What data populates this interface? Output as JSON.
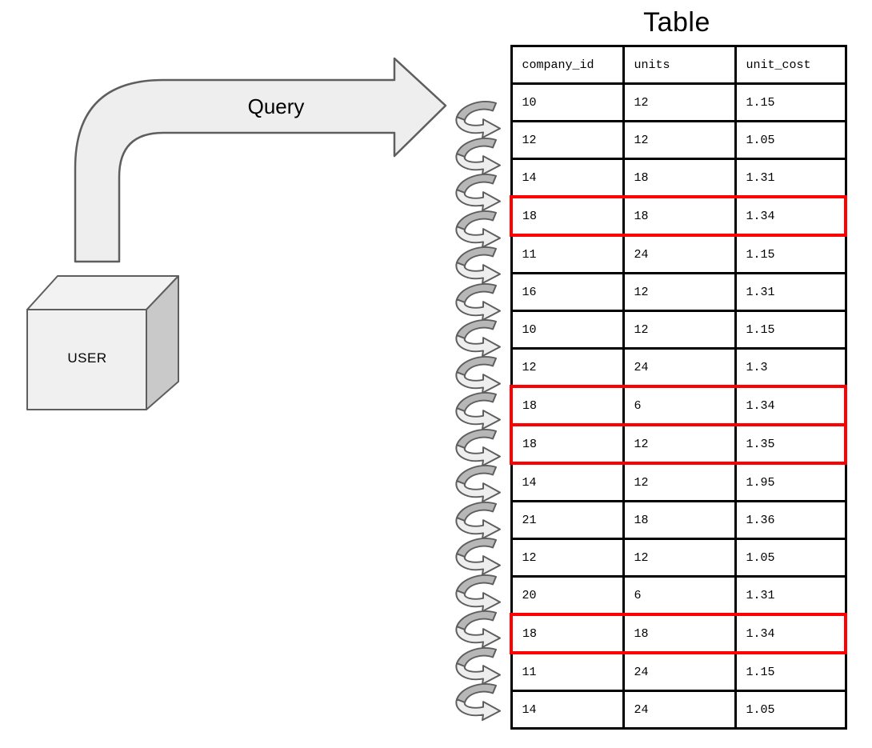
{
  "title": "Table",
  "user": {
    "label": "USER"
  },
  "query": {
    "label": "Query"
  },
  "table": {
    "columns": [
      "company_id",
      "units",
      "unit_cost"
    ],
    "rows": [
      {
        "cells": [
          "10",
          "12",
          "1.15"
        ],
        "highlighted": false
      },
      {
        "cells": [
          "12",
          "12",
          "1.05"
        ],
        "highlighted": false
      },
      {
        "cells": [
          "14",
          "18",
          "1.31"
        ],
        "highlighted": false
      },
      {
        "cells": [
          "18",
          "18",
          "1.34"
        ],
        "highlighted": true
      },
      {
        "cells": [
          "11",
          "24",
          "1.15"
        ],
        "highlighted": false
      },
      {
        "cells": [
          "16",
          "12",
          "1.31"
        ],
        "highlighted": false
      },
      {
        "cells": [
          "10",
          "12",
          "1.15"
        ],
        "highlighted": false
      },
      {
        "cells": [
          "12",
          "24",
          "1.3"
        ],
        "highlighted": false
      },
      {
        "cells": [
          "18",
          "6",
          "1.34"
        ],
        "highlighted": true
      },
      {
        "cells": [
          "18",
          "12",
          "1.35"
        ],
        "highlighted": true
      },
      {
        "cells": [
          "14",
          "12",
          "1.95"
        ],
        "highlighted": false
      },
      {
        "cells": [
          "21",
          "18",
          "1.36"
        ],
        "highlighted": false
      },
      {
        "cells": [
          "12",
          "12",
          "1.05"
        ],
        "highlighted": false
      },
      {
        "cells": [
          "20",
          "6",
          "1.31"
        ],
        "highlighted": false
      },
      {
        "cells": [
          "18",
          "18",
          "1.34"
        ],
        "highlighted": true
      },
      {
        "cells": [
          "11",
          "24",
          "1.15"
        ],
        "highlighted": false
      },
      {
        "cells": [
          "14",
          "24",
          "1.05"
        ],
        "highlighted": false
      }
    ]
  },
  "loop_arrows": {
    "count": 17
  },
  "colors": {
    "highlight_border": "#ff0000",
    "table_border": "#000000",
    "shape_fill_light": "#eeeeef",
    "shape_fill_dark": "#b7b7b7",
    "shape_stroke": "#5e5e5e"
  }
}
